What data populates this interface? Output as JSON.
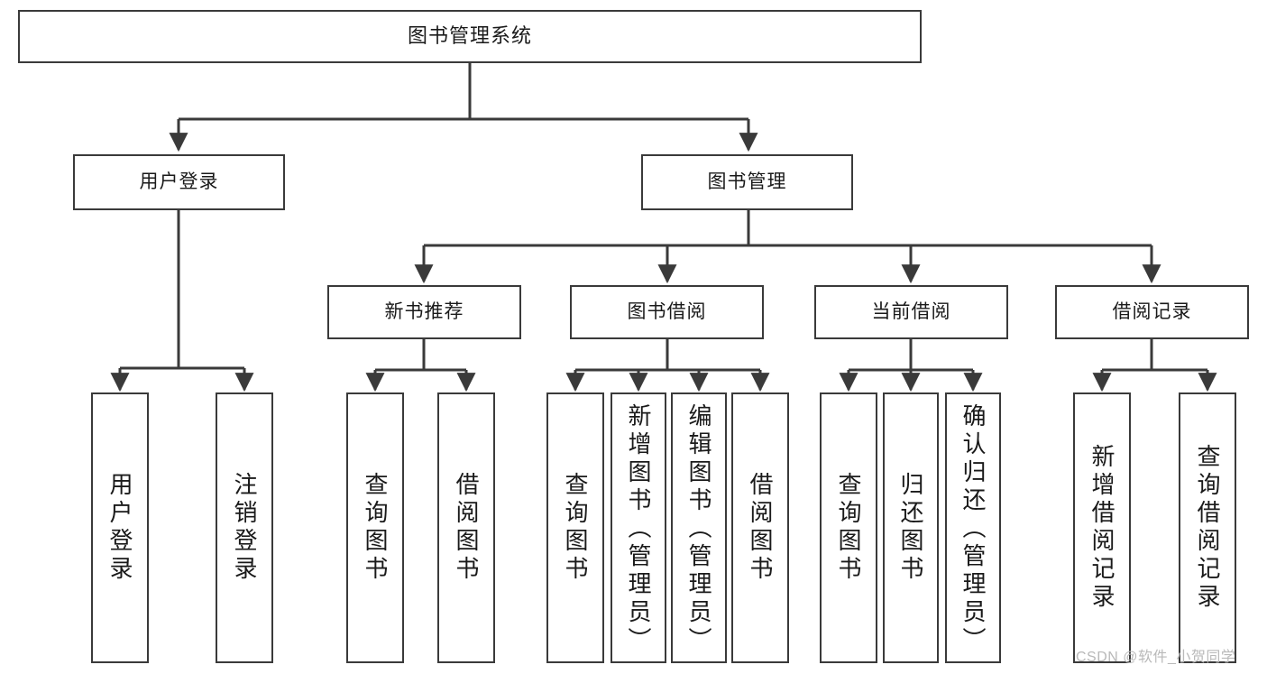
{
  "diagram": {
    "title": "图书管理系统",
    "type": "hierarchy-tree",
    "root": {
      "label": "图书管理系统"
    },
    "level2": [
      {
        "label": "用户登录"
      },
      {
        "label": "图书管理"
      }
    ],
    "level3": [
      {
        "label": "新书推荐"
      },
      {
        "label": "图书借阅"
      },
      {
        "label": "当前借阅"
      },
      {
        "label": "借阅记录"
      }
    ],
    "leaves": {
      "user_login": [
        {
          "label": "用户登录"
        },
        {
          "label": "注销登录"
        }
      ],
      "new_book_recommend": [
        {
          "label": "查询图书"
        },
        {
          "label": "借阅图书"
        }
      ],
      "book_borrow": [
        {
          "label": "查询图书"
        },
        {
          "label": "新增图书（管理员）"
        },
        {
          "label": "编辑图书（管理员）"
        },
        {
          "label": "借阅图书"
        }
      ],
      "current_borrow": [
        {
          "label": "查询图书"
        },
        {
          "label": "归还图书"
        },
        {
          "label": "确认归还（管理员）"
        }
      ],
      "borrow_record": [
        {
          "label": "新增借阅记录"
        },
        {
          "label": "查询借阅记录"
        }
      ]
    }
  },
  "watermark": {
    "text": "CSDN @软件_小贺同学"
  },
  "colors": {
    "border": "#3a3a3a",
    "background": "#ffffff",
    "text": "#1a1a1a",
    "watermark": "#b9b9b9"
  }
}
